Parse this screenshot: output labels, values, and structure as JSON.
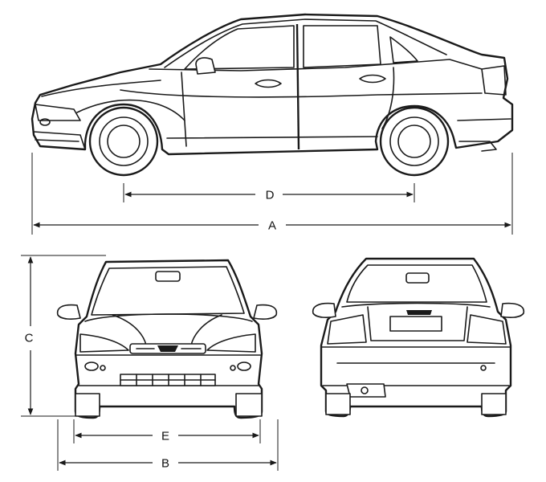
{
  "dimension_labels": {
    "A": "A",
    "B": "B",
    "C": "C",
    "D": "D",
    "E": "E"
  },
  "colors": {
    "line": "#1a1a1a",
    "background": "#ffffff"
  }
}
